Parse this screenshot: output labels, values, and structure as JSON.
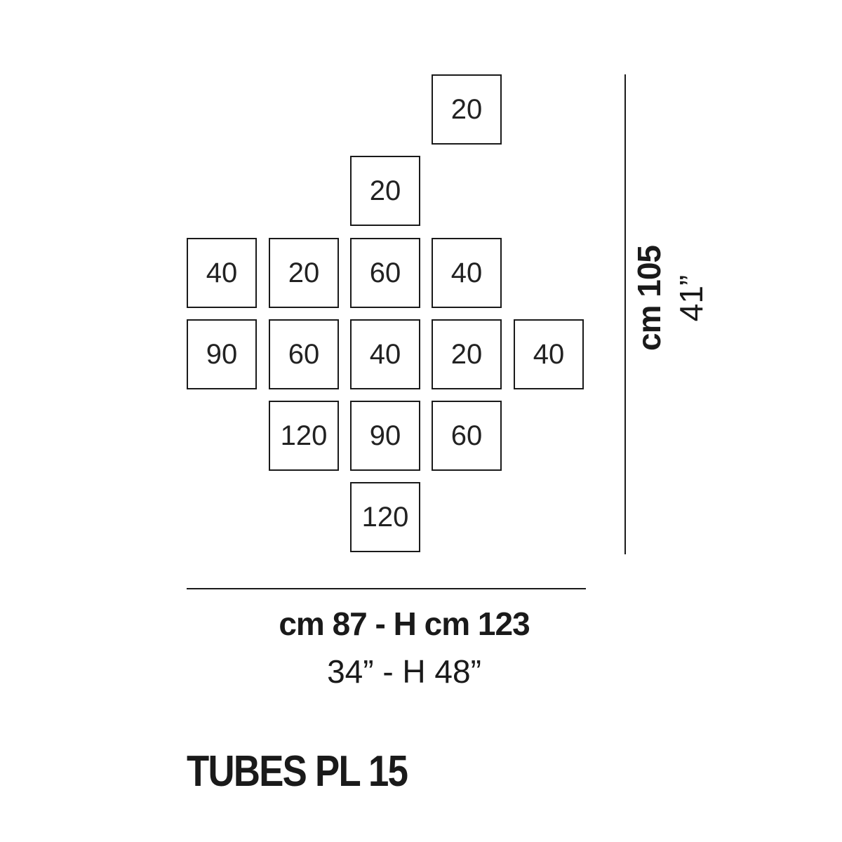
{
  "tiles": [
    {
      "label": "20"
    },
    {
      "label": "20"
    },
    {
      "label": "40"
    },
    {
      "label": "20"
    },
    {
      "label": "60"
    },
    {
      "label": "40"
    },
    {
      "label": "90"
    },
    {
      "label": "60"
    },
    {
      "label": "40"
    },
    {
      "label": "20"
    },
    {
      "label": "40"
    },
    {
      "label": "120"
    },
    {
      "label": "90"
    },
    {
      "label": "60"
    },
    {
      "label": "120"
    }
  ],
  "height_dimension": {
    "metric": "cm 105",
    "imperial": "41”"
  },
  "overall_dimensions": {
    "metric": "cm 87 - H cm 123",
    "imperial": "34” - H 48”"
  },
  "product_name": "TUBES PL 15"
}
